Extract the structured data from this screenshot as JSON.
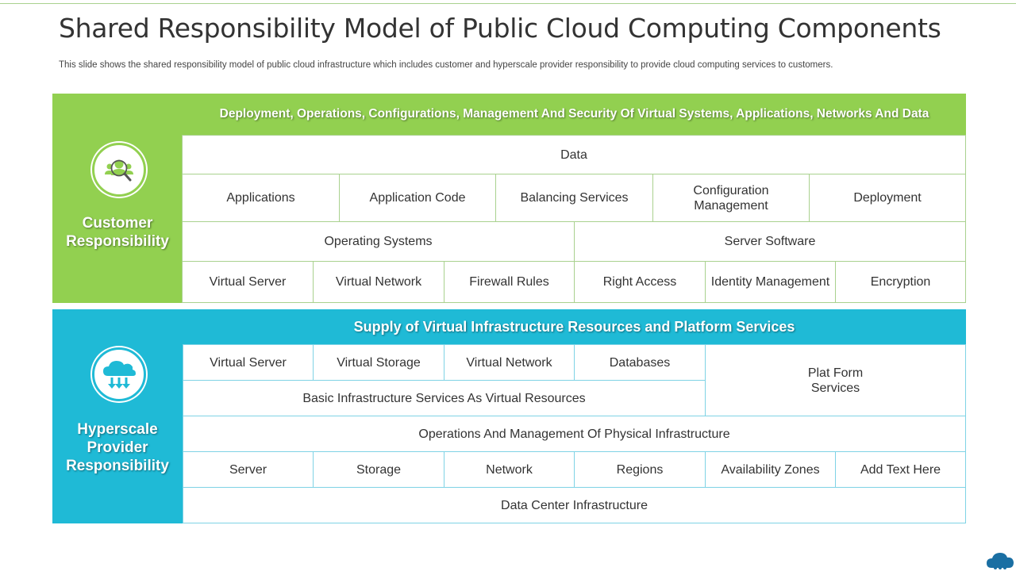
{
  "title": "Shared Responsibility Model of Public Cloud Computing Components",
  "subtitle": "This slide shows the shared responsibility model of public cloud infrastructure which includes customer and hyperscale provider responsibility to provide cloud computing services to customers.",
  "colors": {
    "customer": "#92d050",
    "provider": "#1fbad6"
  },
  "customer": {
    "label": "Customer Responsibility",
    "icon": "user-search-icon",
    "header": "Deployment, Operations, Configurations, Management And Security Of Virtual Systems, Applications, Networks And Data",
    "data": "Data",
    "row2": [
      "Applications",
      "Application Code",
      "Balancing Services",
      "Configuration Management",
      "Deployment"
    ],
    "row3": [
      "Operating Systems",
      "Server Software"
    ],
    "row4": [
      "Virtual Server",
      "Virtual Network",
      "Firewall Rules",
      "Right Access",
      "Identity Management",
      "Encryption"
    ]
  },
  "provider": {
    "label": "Hyperscale Provider Responsibility",
    "icon": "cloud-download-icon",
    "header": "Supply of Virtual Infrastructure Resources and Platform Services",
    "row1": [
      "Virtual Server",
      "Virtual Storage",
      "Virtual Network",
      "Databases"
    ],
    "platform": "Plat Form Services",
    "basic": "Basic Infrastructure  Services As Virtual Resources",
    "ops": "Operations And Management  Of Physical Infrastructure",
    "row4": [
      "Server",
      "Storage",
      "Network",
      "Regions",
      "Availability Zones",
      "Add Text Here"
    ],
    "datacenter": "Data Center Infrastructure"
  }
}
